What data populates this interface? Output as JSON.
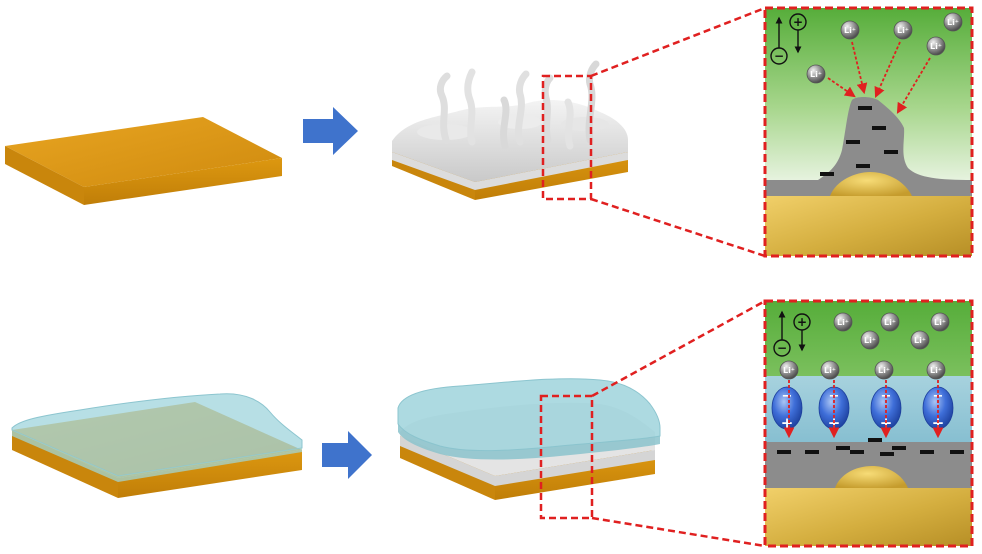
{
  "figure": {
    "rows": [
      {
        "id": "without-coating",
        "steps": [
          "bare-substrate",
          "dendrite-growth"
        ],
        "zoom": {
          "field_symbols": {
            "plus": "+",
            "minus": "−"
          },
          "ions": [
            "Li⁺",
            "Li⁺",
            "Li⁺",
            "Li⁺",
            "Li⁺"
          ],
          "surface_charges": [
            "−",
            "−",
            "−",
            "−",
            "−",
            "−"
          ]
        }
      },
      {
        "id": "with-coating",
        "steps": [
          "coated-substrate",
          "uniform-deposition"
        ],
        "zoom": {
          "field_symbols": {
            "plus": "+",
            "minus": "−"
          },
          "ions": [
            "Li⁺",
            "Li⁺",
            "Li⁺",
            "Li⁺",
            "Li⁺",
            "Li⁺",
            "Li⁺",
            "Li⁺",
            "Li⁺"
          ],
          "dipoles": [
            {
              "top": "−",
              "bottom": "+"
            },
            {
              "top": "−",
              "bottom": "+"
            },
            {
              "top": "−",
              "bottom": "+"
            },
            {
              "top": "−",
              "bottom": "+"
            }
          ],
          "surface_charges": [
            "−",
            "−",
            "−",
            "−",
            "−",
            "−",
            "−",
            "−",
            "−"
          ]
        }
      }
    ],
    "colors": {
      "substrate": "#e19a12",
      "lithium": "#d9d9d9",
      "coating": "#9fd4dc",
      "electrolyte": "#5fb83f",
      "zoom_border": "#e02020",
      "flow_arrow": "#3f73cc",
      "dipole": "#2f5ccf"
    }
  }
}
